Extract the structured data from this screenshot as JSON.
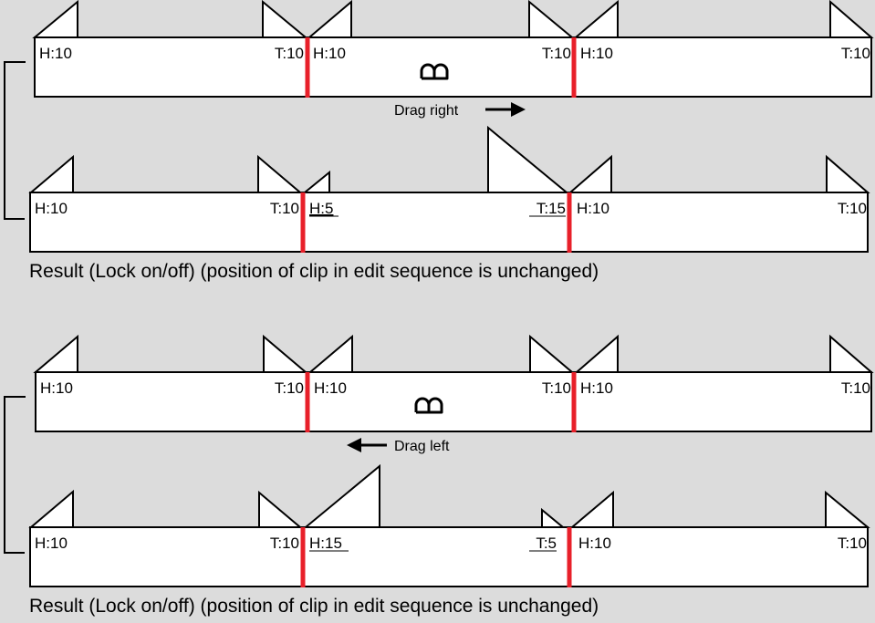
{
  "colors": {
    "background": "#dcdcdc",
    "clip": "#ffffff",
    "edit_point": "#e8202a",
    "stroke": "#000000"
  },
  "diagrams": [
    {
      "drag_label": "Drag right",
      "drag_direction": "right",
      "before": {
        "labels": [
          "H:10",
          "T:10",
          "H:10",
          "T:10",
          "H:10",
          "T:10"
        ],
        "underlined": [
          false,
          false,
          false,
          false,
          false,
          false
        ],
        "icon": "slip-icon"
      },
      "after": {
        "labels": [
          "H:10",
          "T:10",
          "H:5",
          "T:15",
          "H:10",
          "T:10"
        ],
        "underlined": [
          false,
          false,
          true,
          true,
          false,
          false
        ]
      },
      "caption": "Result (Lock on/off) (position of clip in edit sequence is unchanged)"
    },
    {
      "drag_label": "Drag left",
      "drag_direction": "left",
      "before": {
        "labels": [
          "H:10",
          "T:10",
          "H:10",
          "T:10",
          "H:10",
          "T:10"
        ],
        "underlined": [
          false,
          false,
          false,
          false,
          false,
          false
        ],
        "icon": "slip-icon"
      },
      "after": {
        "labels": [
          "H:10",
          "T:10",
          "H:15",
          "T:5",
          "H:10",
          "T:10"
        ],
        "underlined": [
          false,
          false,
          true,
          true,
          false,
          false
        ]
      },
      "caption": "Result (Lock on/off) (position of clip in edit sequence is unchanged)"
    }
  ]
}
